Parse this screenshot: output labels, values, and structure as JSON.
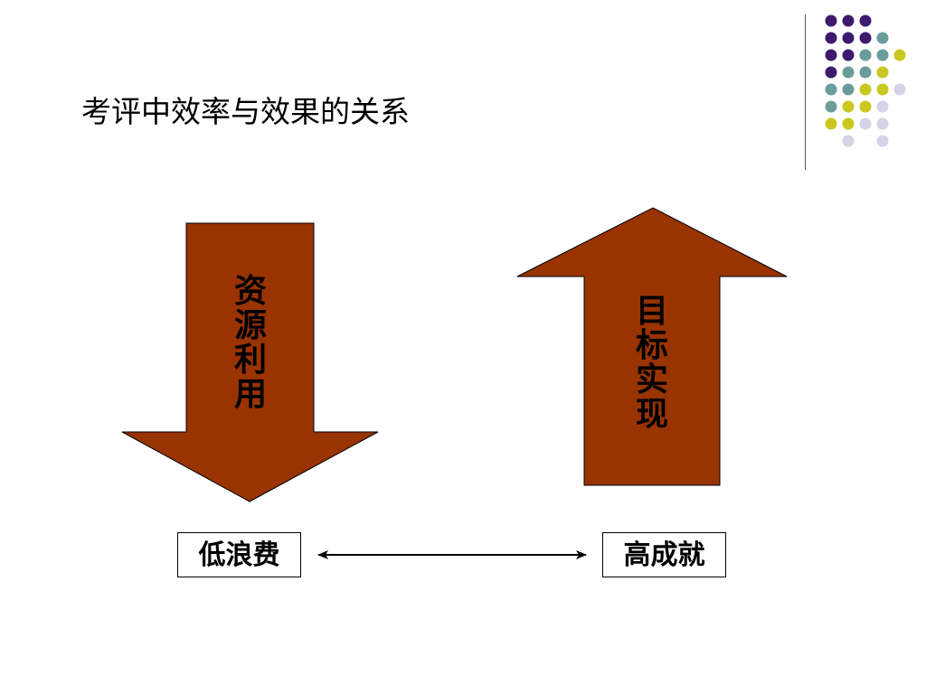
{
  "title": "考评中效率与效果的关系",
  "colors": {
    "arrow_fill": "#993300",
    "dot_purple": "#3d1a6e",
    "dot_teal": "#6a9c9c",
    "dot_yellow": "#c8c820",
    "dot_lavender": "#d4d4e8"
  },
  "dot_grid": [
    [
      "purple",
      "purple",
      "purple",
      null,
      null
    ],
    [
      "purple",
      "purple",
      "purple",
      "teal",
      null
    ],
    [
      "purple",
      "purple",
      "teal",
      "teal",
      "yellow"
    ],
    [
      "purple",
      "teal",
      "teal",
      "yellow",
      null
    ],
    [
      "teal",
      "teal",
      "yellow",
      "yellow",
      "lavender"
    ],
    [
      "teal",
      "yellow",
      "yellow",
      "lavender",
      null
    ],
    [
      "yellow",
      "yellow",
      "lavender",
      "lavender",
      null
    ],
    [
      null,
      "lavender",
      null,
      "lavender",
      null
    ]
  ],
  "arrows": {
    "down_label": "资源利用",
    "up_label": "目标实现"
  },
  "boxes": {
    "left": "低浪费",
    "right": "高成就"
  }
}
